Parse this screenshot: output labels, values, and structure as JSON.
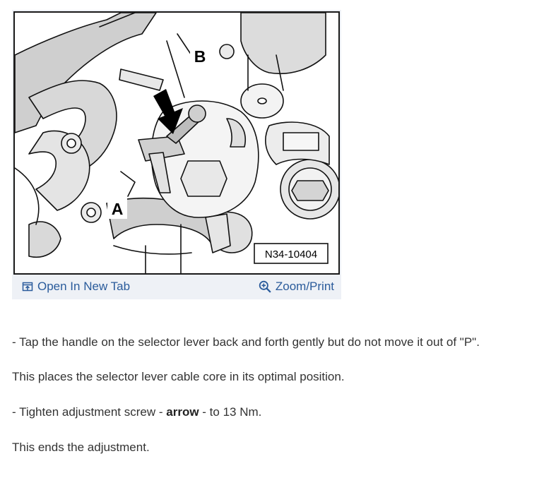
{
  "figure": {
    "part_number": "N34-10404",
    "callout_a": "A",
    "callout_b": "B",
    "open_tab_label": "Open In New Tab",
    "zoom_label": "Zoom/Print",
    "open_icon": "open-external-icon",
    "zoom_icon": "magnifier-plus-icon"
  },
  "content": {
    "p1": "-  Tap the handle on the selector lever back and forth gently but do not move it out of \"P\".",
    "p2": "This places the selector lever cable core in its optimal position.",
    "p3_prefix": "-  Tighten adjustment screw - ",
    "p3_bold": "arrow",
    "p3_suffix": " - to 13 Nm.",
    "p4": "This ends the adjustment."
  },
  "colors": {
    "link": "#2a5b9b",
    "figure_bar_bg": "#eef1f6",
    "text": "#333333"
  }
}
